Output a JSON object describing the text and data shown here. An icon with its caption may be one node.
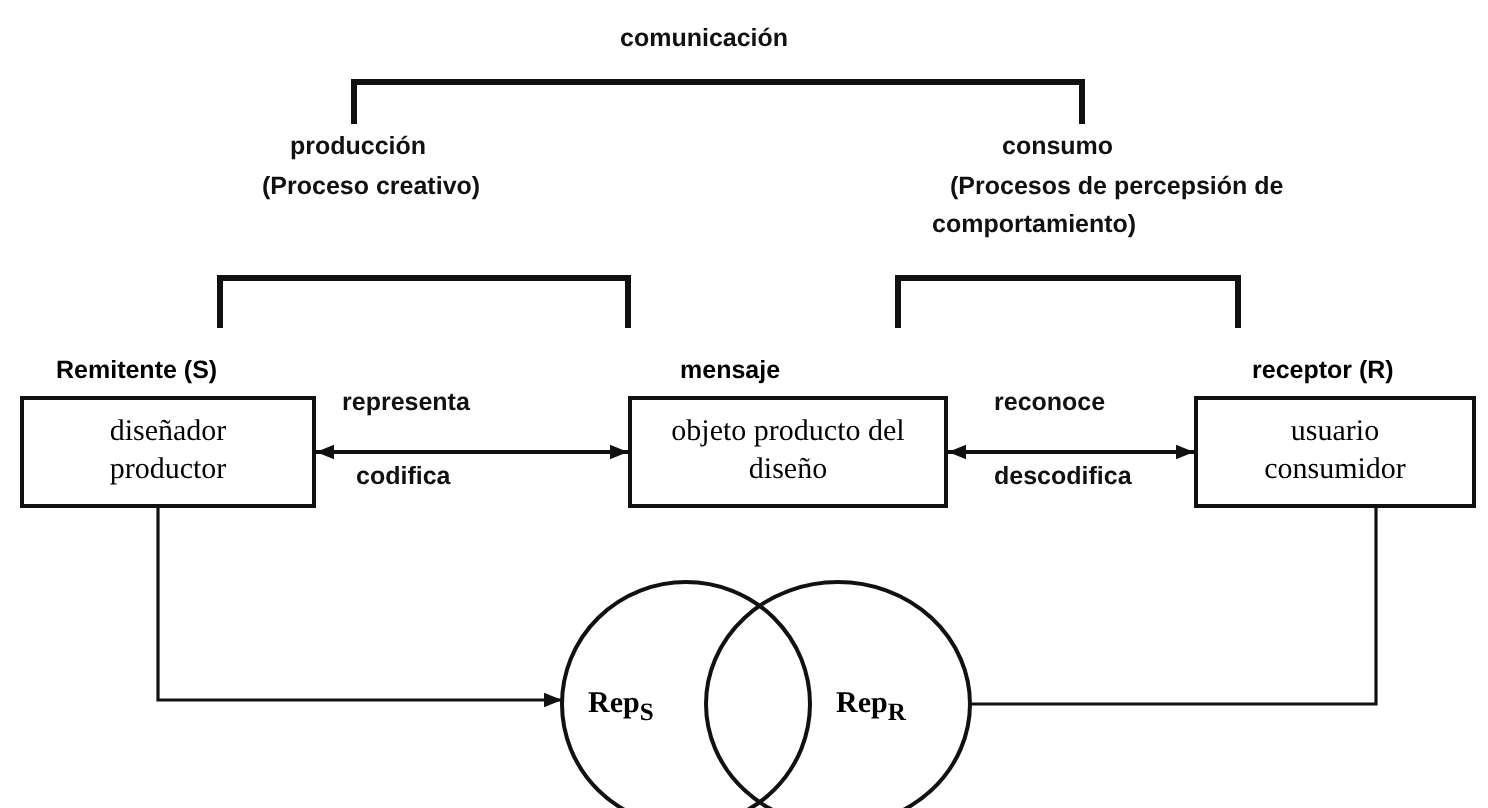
{
  "diagram": {
    "nodes": [
      {
        "text": [
          "diseñador productor"
        ],
        "beside": [
          "Remitente (S)"
        ]
      },
      {
        "text": [
          "objeto producto del diseño"
        ],
        "beside": [
          "mensaje"
        ]
      },
      {
        "text": [
          "usuario consumidor"
        ],
        "beside": [
          "receptor (R)"
        ]
      },
      {
        "text": [
          "Rep$_{S}$"
        ]
      },
      {
        "text": [
          "Rep$_{R}$"
        ]
      }
    ],
    "edges": [
      {
        "from": 0,
        "to": 1,
        "arrow": "both",
        "label": "representa"
      },
      {
        "from": 1,
        "to": 2,
        "arrow": "both",
        "label": "reconoce"
      },
      {
        "from": 0,
        "to": 3,
        "arrow": "to"
      },
      {
        "from": 2,
        "to": 4,
        "arrow": "none"
      }
    ],
    "labels": [
      "comunicación",
      "producción",
      "(Proceso creativo)",
      "consumo",
      "(Procesos de percepsión de comportamiento)",
      "codifica",
      "descodifica"
    ]
  }
}
